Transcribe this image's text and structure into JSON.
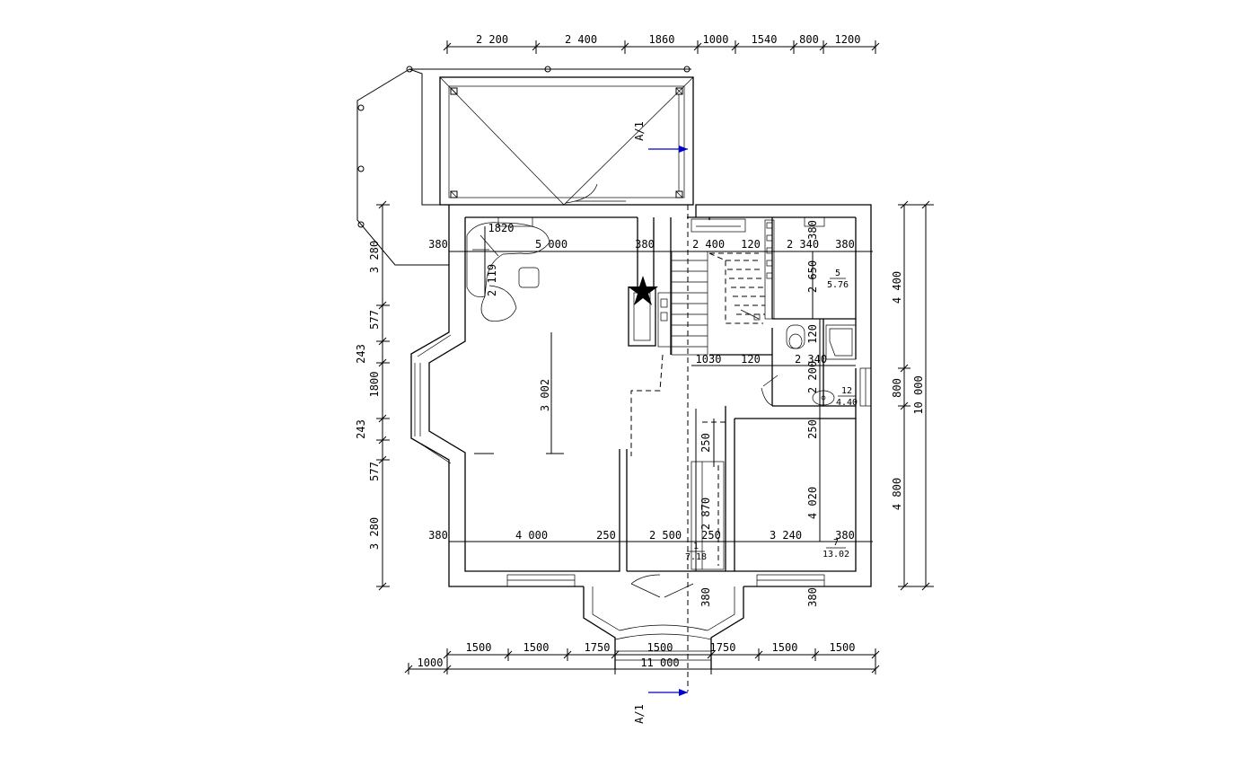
{
  "dims_top": [
    "2 200",
    "2 400",
    "1860",
    "1000",
    "1540",
    "800",
    "1200"
  ],
  "dims_bottom": [
    "1500",
    "1500",
    "1750",
    "1500",
    "1750",
    "1500",
    "1500"
  ],
  "dim_bottom_left": "1000",
  "dim_bottom_total": "11 000",
  "dims_left": [
    "3 280",
    "577",
    "243",
    "1800",
    "243",
    "577",
    "3 280"
  ],
  "dims_right": [
    "4 400",
    "800",
    "4 800"
  ],
  "dim_right_total": "10 000",
  "upper_row": [
    "380",
    "5 000",
    "380",
    "2 400",
    "120",
    "2 340",
    "380"
  ],
  "lower_row": [
    "380",
    "4 000",
    "250",
    "2 500",
    "250",
    "3 240",
    "380"
  ],
  "mid_labels": {
    "a": "1030",
    "b": "120",
    "c": "2 340"
  },
  "vertical_labels": {
    "d1820": "1820",
    "d2119": "2 119",
    "d3002": "3 002",
    "d2650": "2 650",
    "d380a": "380",
    "d120": "120",
    "d2200": "2 200",
    "d250a": "250",
    "d4020": "4 020",
    "d250b": "250",
    "d2870": "2 870",
    "d380b": "380",
    "d380c": "380"
  },
  "rooms": [
    {
      "num": "5",
      "area": "5.76"
    },
    {
      "num": "12",
      "area": "4.40"
    },
    {
      "num": "7",
      "area": "13.02"
    },
    {
      "num": "1",
      "area": "7.18"
    }
  ],
  "section_labels": [
    "A/1",
    "A/1"
  ]
}
